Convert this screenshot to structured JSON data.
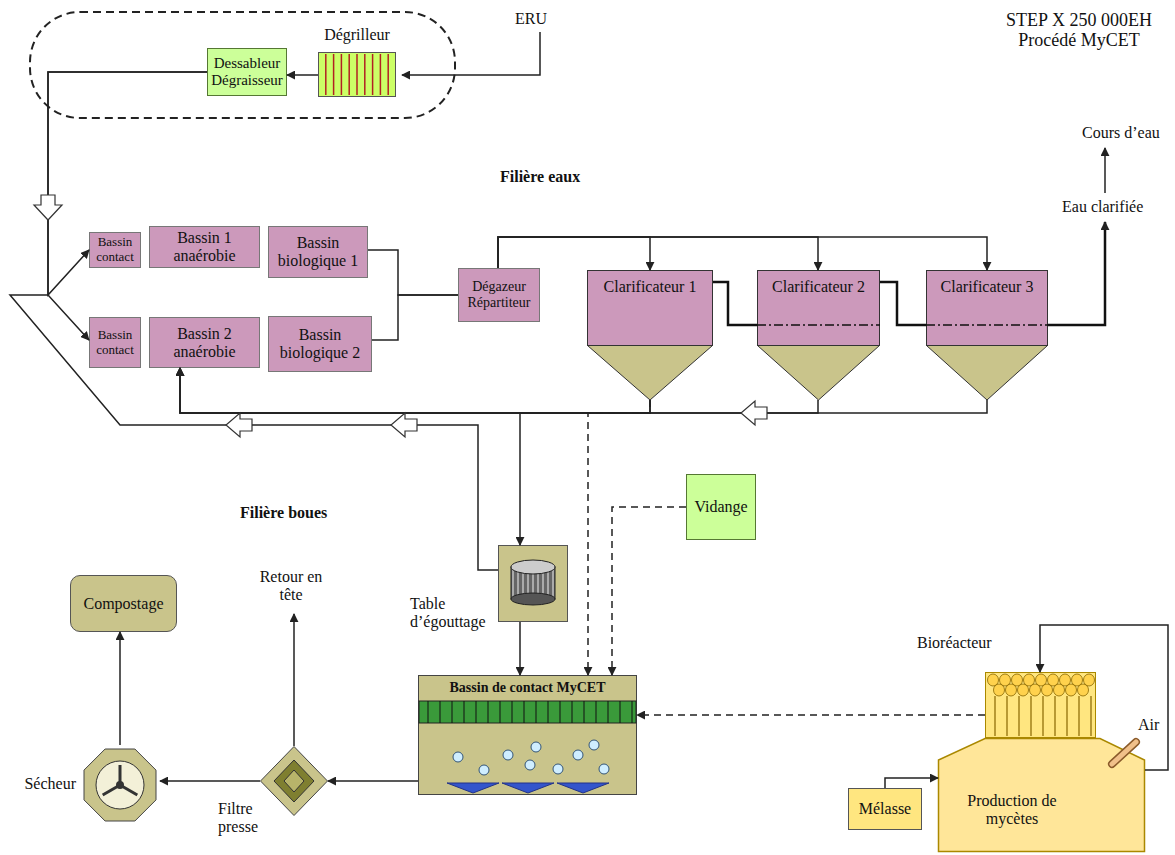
{
  "diagram": {
    "title": "STEP X 250 000EH Procédé MyCET",
    "nodes": [
      {
        "text": [
          "Dégrilleur"
        ]
      },
      {
        "text": [
          "Dessableur Dégraisseur"
        ]
      },
      {
        "text": [
          "Bassin contact"
        ]
      },
      {
        "text": [
          "Bassin 1 anaérobie"
        ]
      },
      {
        "text": [
          "Bassin biologique 1"
        ]
      },
      {
        "text": [
          "Bassin contact"
        ]
      },
      {
        "text": [
          "Bassin 2 anaérobie"
        ]
      },
      {
        "text": [
          "Bassin biologique 2"
        ]
      },
      {
        "text": [
          "Dégazeur Répartiteur"
        ]
      },
      {
        "text": [
          "Clarificateur 1"
        ]
      },
      {
        "text": [
          "Clarificateur 2"
        ]
      },
      {
        "text": [
          "Clarificateur 3"
        ]
      },
      {
        "text": [
          "Vidange"
        ]
      },
      {
        "text": [
          "Table d’égouttage"
        ]
      },
      {
        "text": [
          "Bassin de contact MyCET"
        ]
      },
      {
        "text": [
          "Bioréacteur"
        ]
      },
      {
        "text": [
          "Production de mycètes"
        ]
      },
      {
        "text": [
          "Mélasse"
        ]
      },
      {
        "text": [
          "Compostage"
        ]
      },
      {
        "text": [
          "Sécheur"
        ]
      },
      {
        "text": [
          "Filtre presse"
        ]
      }
    ],
    "edges": [
      {
        "from": 0,
        "to": 1,
        "arrow": "to"
      },
      {
        "from": 1,
        "to": 2,
        "arrow": "to"
      },
      {
        "from": 1,
        "to": 5,
        "arrow": "to"
      },
      {
        "from": 4,
        "to": 8,
        "arrow": "none"
      },
      {
        "from": 7,
        "to": 8,
        "arrow": "none"
      },
      {
        "from": 8,
        "to": 9,
        "arrow": "to"
      },
      {
        "from": 8,
        "to": 10,
        "arrow": "to"
      },
      {
        "from": 8,
        "to": 11,
        "arrow": "to"
      },
      {
        "from": 9,
        "to": 6,
        "arrow": "to"
      },
      {
        "from": 10,
        "to": 6,
        "arrow": "to"
      },
      {
        "from": 11,
        "to": 6,
        "arrow": "to"
      },
      {
        "from": 9,
        "to": 13,
        "arrow": "to"
      },
      {
        "from": 9,
        "to": 14,
        "arrow": "to"
      },
      {
        "from": 12,
        "to": 14,
        "arrow": "to"
      },
      {
        "from": 13,
        "to": 14,
        "arrow": "to"
      },
      {
        "from": 15,
        "to": 14,
        "arrow": "to"
      },
      {
        "from": 16,
        "to": 15,
        "arrow": "to"
      },
      {
        "from": 17,
        "to": 16,
        "arrow": "to"
      },
      {
        "from": 14,
        "to": 20,
        "arrow": "to"
      },
      {
        "from": 20,
        "to": 19,
        "arrow": "to"
      },
      {
        "from": 19,
        "to": 18,
        "arrow": "to"
      }
    ],
    "labels": [
      "ERU",
      "Filière eaux",
      "Filière boues",
      "Cours d’eau",
      "Eau clarifiée",
      "Retour en tête",
      "Air"
    ]
  }
}
